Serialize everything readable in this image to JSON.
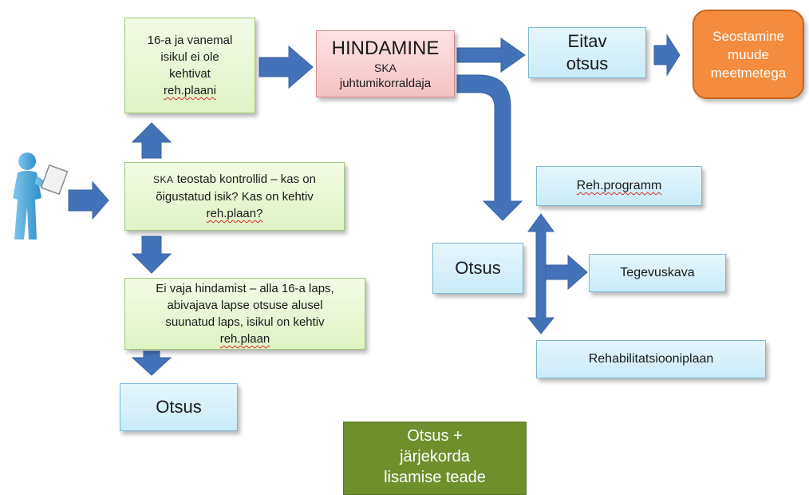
{
  "diagram": {
    "box_top_left": {
      "line1": "16-a ja vanemal",
      "line2": "isikul ei ole",
      "line3": "kehtivat",
      "line4": "reh.plaani"
    },
    "box_check": {
      "prefix": "SKA",
      "line1": "teostab kontrollid – kas on",
      "line2": "õigustatud isik? Kas on kehtiv",
      "line3": "reh.plaan?"
    },
    "box_no_assessment": {
      "line1": "Ei vaja hindamist – alla 16-a laps,",
      "line2": "abivajava lapse otsuse alusel",
      "line3": "suunatud laps, isikul on kehtiv",
      "line4": "reh.plaan"
    },
    "box_decision_left": "Otsus",
    "box_assessment": {
      "title": "HINDAMINE",
      "line1": "SKA",
      "line2": "juhtumikorraldaja"
    },
    "box_refusal": {
      "line1": "Eitav",
      "line2": "otsus"
    },
    "box_linking": {
      "line1": "Seostamine",
      "line2": "muude",
      "line3": "meetmetega"
    },
    "box_decision_right": "Otsus",
    "box_reh_program": "Reh.programm",
    "box_action_plan": "Tegevuskava",
    "box_rehab_plan": "Rehabilitatsiooniplaan",
    "box_notice": {
      "line1": "Otsus +",
      "line2": "järjekorda",
      "line3": "lisamise teade"
    }
  },
  "colors": {
    "arrow": "#4472b8",
    "green_box": "#dff3c4",
    "blue_box": "#c9ebf8",
    "pink_box": "#f6c2c4",
    "orange_box": "#f58b3c",
    "olive_box": "#6e8f2c"
  },
  "icons": {
    "person": "person-with-clipboard-icon"
  }
}
